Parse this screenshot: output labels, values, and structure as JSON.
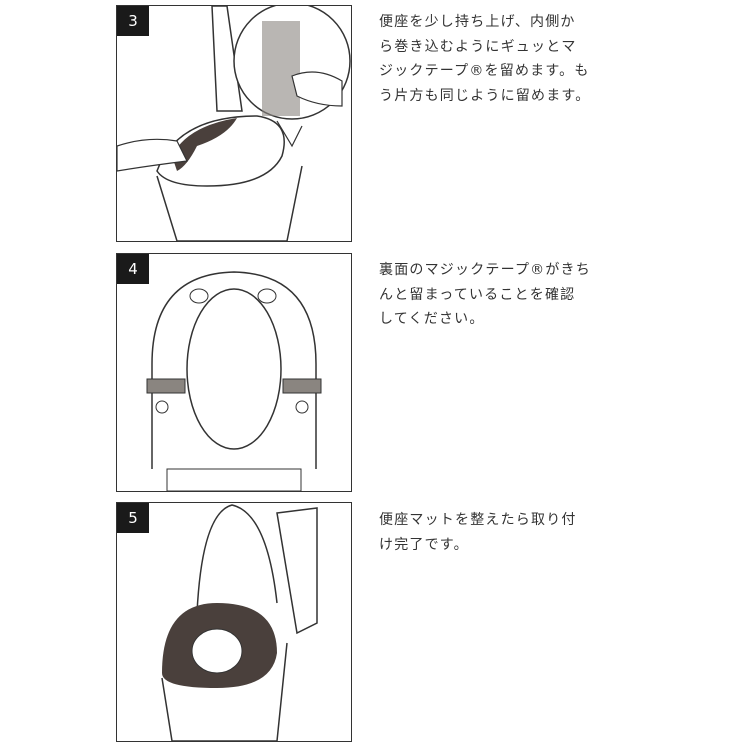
{
  "steps": [
    {
      "number": "3",
      "lines": [
        "便座を少し持ち上げ、内側か",
        "ら巻き込むようにギュッとマ",
        "ジックテープ®を留めます。も",
        "う片方も同じように留めます。"
      ]
    },
    {
      "number": "4",
      "lines": [
        "裏面のマジックテープ®がきち",
        "んと留まっていることを確認",
        "してください。"
      ]
    },
    {
      "number": "5",
      "lines": [
        "便座マットを整えたら取り付",
        "け完了です。"
      ]
    }
  ],
  "colors": {
    "mat": "#4a403c",
    "badge": "#1a1a1a",
    "line": "#333333"
  }
}
